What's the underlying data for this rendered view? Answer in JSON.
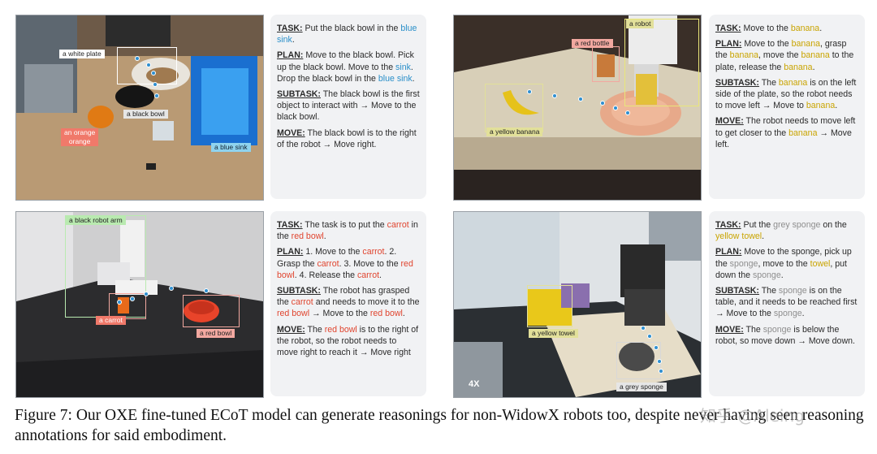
{
  "colors": {
    "blue": "#2a8fc9",
    "yellow": "#c9a400",
    "red": "#e0452f",
    "grey": "#8e8e8e"
  },
  "panels": [
    {
      "sections": [
        {
          "key": "TASK:",
          "segments": [
            {
              "t": " Put the black bowl in the "
            },
            {
              "t": "blue sink",
              "c": "blue"
            },
            {
              "t": "."
            }
          ]
        },
        {
          "key": "PLAN:",
          "segments": [
            {
              "t": " Move to the black bowl. Pick up the black bowl. Move to the "
            },
            {
              "t": "sink",
              "c": "blue"
            },
            {
              "t": ". Drop the black bowl in the "
            },
            {
              "t": "blue sink",
              "c": "blue"
            },
            {
              "t": "."
            }
          ]
        },
        {
          "key": "SUBTASK:",
          "segments": [
            {
              "t": " The black bowl is the first object to interact with → Move to the black bowl."
            }
          ]
        },
        {
          "key": "MOVE:",
          "segments": [
            {
              "t": " The black bowl is to the right of the robot → Move right."
            }
          ]
        }
      ]
    },
    {
      "sections": [
        {
          "key": "TASK:",
          "segments": [
            {
              "t": " Move to the "
            },
            {
              "t": "banana",
              "c": "yellow"
            },
            {
              "t": "."
            }
          ]
        },
        {
          "key": "PLAN:",
          "segments": [
            {
              "t": " Move to the "
            },
            {
              "t": "banana",
              "c": "yellow"
            },
            {
              "t": ", grasp the "
            },
            {
              "t": "banana",
              "c": "yellow"
            },
            {
              "t": ", move the "
            },
            {
              "t": "banana",
              "c": "yellow"
            },
            {
              "t": " to the plate, release the "
            },
            {
              "t": "banana",
              "c": "yellow"
            },
            {
              "t": "."
            }
          ]
        },
        {
          "key": "SUBTASK:",
          "segments": [
            {
              "t": " The "
            },
            {
              "t": "banana",
              "c": "yellow"
            },
            {
              "t": " is on the left side of the plate, so the robot needs to move left → Move to "
            },
            {
              "t": "banana",
              "c": "yellow"
            },
            {
              "t": "."
            }
          ]
        },
        {
          "key": "MOVE:",
          "segments": [
            {
              "t": " The robot needs to move left to get closer to the "
            },
            {
              "t": "banana",
              "c": "yellow"
            },
            {
              "t": " → Move left."
            }
          ]
        }
      ]
    },
    {
      "sections": [
        {
          "key": "TASK:",
          "segments": [
            {
              "t": " The task is to put the "
            },
            {
              "t": "carrot",
              "c": "red"
            },
            {
              "t": " in the "
            },
            {
              "t": "red bowl",
              "c": "red"
            },
            {
              "t": "."
            }
          ]
        },
        {
          "key": "PLAN:",
          "segments": [
            {
              "t": " 1. Move to the "
            },
            {
              "t": "carrot",
              "c": "red"
            },
            {
              "t": ". 2. Grasp the "
            },
            {
              "t": "carrot",
              "c": "red"
            },
            {
              "t": ". 3. Move to the "
            },
            {
              "t": "red bowl",
              "c": "red"
            },
            {
              "t": ". 4. Release the "
            },
            {
              "t": "carrot",
              "c": "red"
            },
            {
              "t": "."
            }
          ]
        },
        {
          "key": "SUBTASK:",
          "segments": [
            {
              "t": " The robot has grasped the "
            },
            {
              "t": "carrot",
              "c": "red"
            },
            {
              "t": " and needs to move it to the "
            },
            {
              "t": "red bowl",
              "c": "red"
            },
            {
              "t": " → Move to the "
            },
            {
              "t": "red bowl",
              "c": "red"
            },
            {
              "t": "."
            }
          ]
        },
        {
          "key": "MOVE:",
          "segments": [
            {
              "t": " The "
            },
            {
              "t": "red bowl",
              "c": "red"
            },
            {
              "t": " is to the right of the robot, so the robot needs to move right to reach it → Move right"
            }
          ]
        }
      ]
    },
    {
      "sections": [
        {
          "key": "TASK:",
          "segments": [
            {
              "t": " Put the "
            },
            {
              "t": "grey sponge",
              "c": "grey"
            },
            {
              "t": " on the "
            },
            {
              "t": "yellow towel",
              "c": "yellow"
            },
            {
              "t": "."
            }
          ]
        },
        {
          "key": "PLAN:",
          "segments": [
            {
              "t": " Move to the sponge, pick up the "
            },
            {
              "t": "sponge",
              "c": "grey"
            },
            {
              "t": ", move to the "
            },
            {
              "t": "towel",
              "c": "yellow"
            },
            {
              "t": ", put down the "
            },
            {
              "t": "sponge",
              "c": "grey"
            },
            {
              "t": "."
            }
          ]
        },
        {
          "key": "SUBTASK:",
          "segments": [
            {
              "t": " The "
            },
            {
              "t": "sponge",
              "c": "grey"
            },
            {
              "t": " is on the table, and it needs to be reached first → Move to the "
            },
            {
              "t": "sponge",
              "c": "grey"
            },
            {
              "t": "."
            }
          ]
        },
        {
          "key": "MOVE:",
          "segments": [
            {
              "t": " The "
            },
            {
              "t": "sponge",
              "c": "grey"
            },
            {
              "t": " is below the robot, so move down → Move down."
            }
          ]
        }
      ]
    }
  ],
  "labels": {
    "white_plate": "a white plate",
    "black_bowl": "a black bowl",
    "orange": "an orange\norange",
    "blue_sink": "a blue sink",
    "robot": "a robot",
    "red_bottle": "a red bottle",
    "yellow_banana": "a yellow banana",
    "black_robot_arm": "a black robot arm",
    "carrot": "a carrot",
    "red_bowl": "a red bowl",
    "yellow_towel": "a yellow towel",
    "grey_sponge": "a grey sponge"
  },
  "zoom_badge": "4X",
  "caption": "Figure 7: Our OXE fine-tuned ECoT model can generate reasonings for non-WidowX robots too, despite never having seen reasoning annotations for said embodiment.",
  "watermark": "知乎 @Aleing"
}
